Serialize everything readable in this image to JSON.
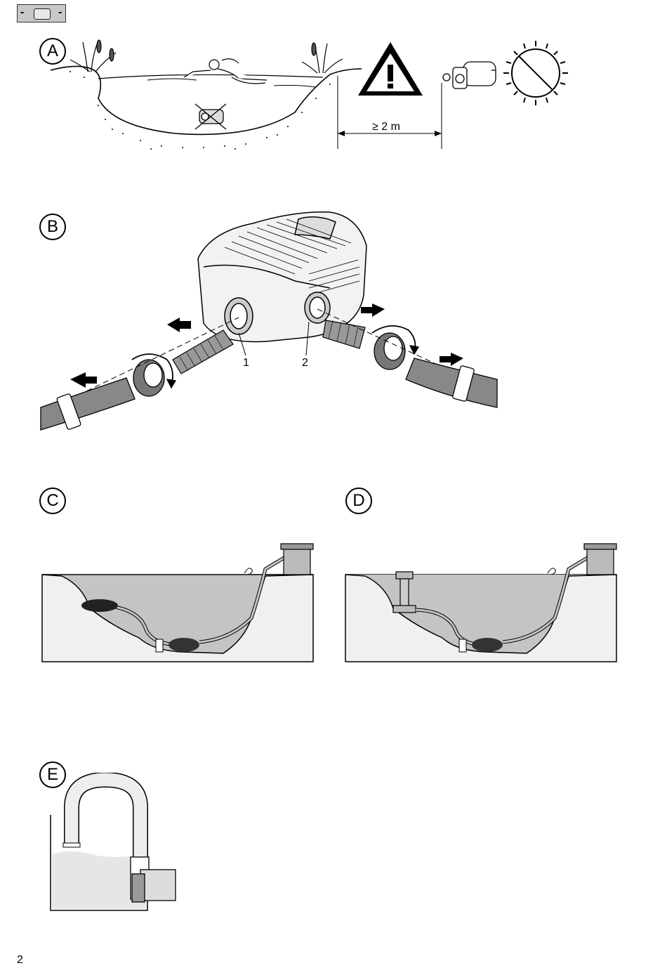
{
  "page_number": "2",
  "header": {
    "minus_left": "-",
    "minus_right": "-",
    "icon": "display-icon"
  },
  "sections": {
    "a": {
      "letter": "A",
      "distance_label": "≥ 2 m"
    },
    "b": {
      "letter": "B",
      "port_1": "1",
      "port_2": "2"
    },
    "c": {
      "letter": "C"
    },
    "d": {
      "letter": "D"
    },
    "e": {
      "letter": "E"
    }
  },
  "icons": [
    "warning-triangle-icon",
    "no-sun-icon",
    "pump-icon",
    "swimmer-icon",
    "crossed-pump-icon"
  ]
}
